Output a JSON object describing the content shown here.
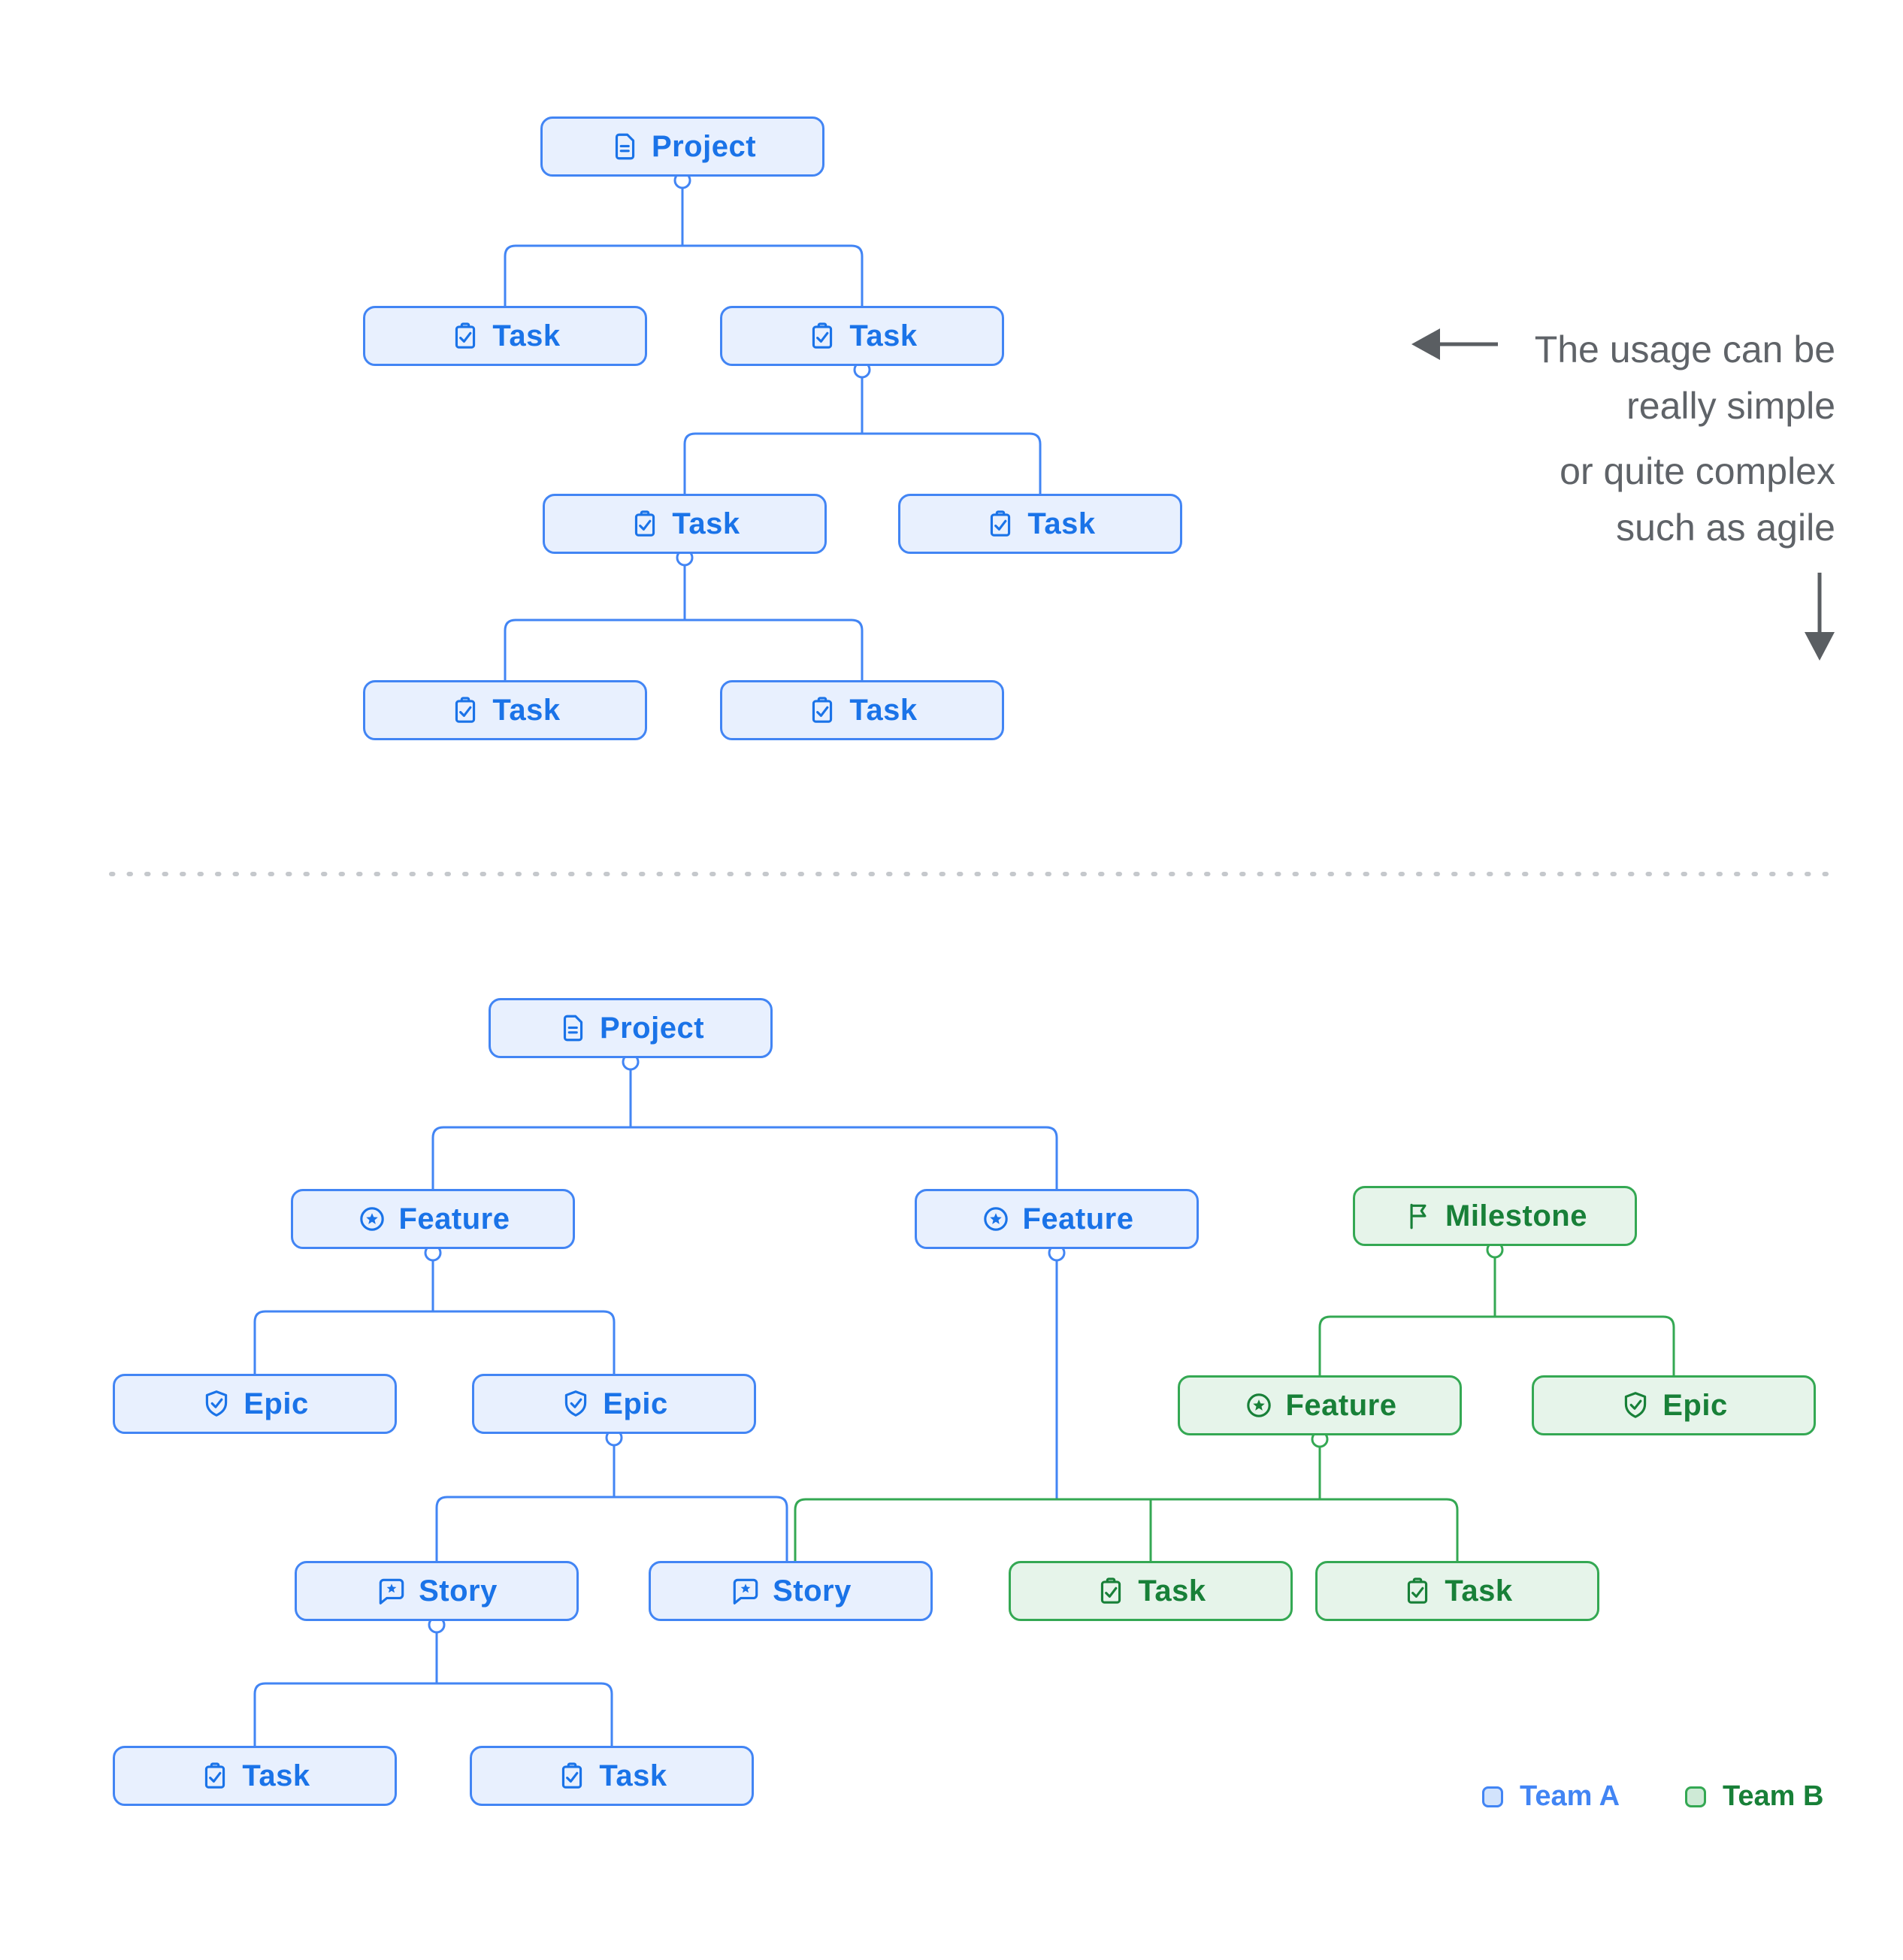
{
  "simple_tree": {
    "project": {
      "label": "Project"
    },
    "task_left": {
      "label": "Task"
    },
    "task_right": {
      "label": "Task"
    },
    "task_mid_left": {
      "label": "Task"
    },
    "task_mid_right": {
      "label": "Task"
    },
    "task_bottom_left": {
      "label": "Task"
    },
    "task_bottom_right": {
      "label": "Task"
    }
  },
  "complex_tree": {
    "project": {
      "label": "Project"
    },
    "feature_left": {
      "label": "Feature"
    },
    "feature_mid": {
      "label": "Feature"
    },
    "milestone": {
      "label": "Milestone"
    },
    "epic_left": {
      "label": "Epic"
    },
    "epic_mid": {
      "label": "Epic"
    },
    "feature_green": {
      "label": "Feature"
    },
    "epic_green": {
      "label": "Epic"
    },
    "story_left": {
      "label": "Story"
    },
    "story_mid": {
      "label": "Story"
    },
    "task_green_left": {
      "label": "Task"
    },
    "task_green_right": {
      "label": "Task"
    },
    "task_bottom_left": {
      "label": "Task"
    },
    "task_bottom_right": {
      "label": "Task"
    }
  },
  "annotation": {
    "line1": "The usage can be",
    "line2": "really simple",
    "line3": "or quite complex",
    "line4": "such as agile"
  },
  "legend": {
    "team_a": "Team A",
    "team_b": "Team B"
  },
  "colors": {
    "team_a_accent": "#4285F4",
    "team_a_fill": "#E8F0FE",
    "team_a_text": "#1A73E8",
    "team_b_accent": "#34A853",
    "team_b_fill": "#E6F4EA",
    "team_b_text": "#188038",
    "note_text": "#5F6368",
    "divider": "#C5C8CC"
  }
}
